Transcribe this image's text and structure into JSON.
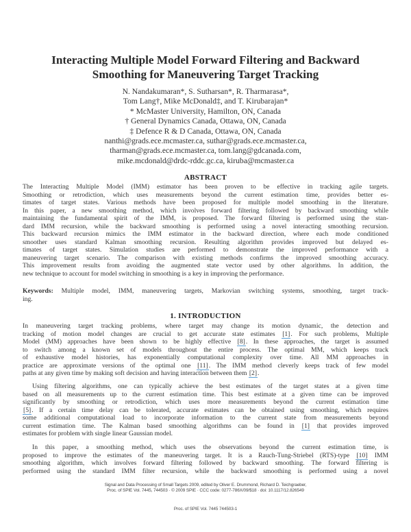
{
  "title": {
    "line1": "Interacting Multiple Model Forward Filtering and Backward",
    "line2": "Smoothing for Maneuvering Target Tracking"
  },
  "authors": {
    "lines": [
      "N. Nandakumaran*, S. Sutharsan*, R. Tharmarasa*,",
      "Tom Lang†, Mike McDonald‡, and T. Kirubarajan*",
      "* McMaster University, Hamilton, ON, Canada",
      "† General Dynamics Canada, Ottawa, ON, Canada",
      "‡ Defence R & D Canada, Ottawa, ON, Canada",
      "nanthi@grads.ece.mcmaster.ca, suthar@grads.ece.mcmaster.ca,",
      "tharman@grads.ece.mcmaster.ca, tom.lang@gdcanada.com,",
      "mike.mcdonald@drdc-rddc.gc.ca, kiruba@mcmaster.ca"
    ]
  },
  "abstract": {
    "heading": "ABSTRACT",
    "lines": [
      "The Interacting Multiple Model (IMM) estimator has been proven to be effective in tracking agile targets.",
      "Smoothing or retrodiction, which uses measurements beyond the current estimation time, provides better es-",
      "timates of target states. Various methods have been proposed for multiple model smoothing in the literature.",
      "In this paper, a new smoothing method, which involves forward filtering followed by backward smoothing while",
      "maintaining the fundamental spirit of the IMM, is proposed. The forward filtering is performed using the stan-",
      "dard IMM recursion, while the backward smoothing is performed using a novel interacting smoothing recursion.",
      "This backward recursion mimics the IMM estimator in the backward direction, where each mode conditioned",
      "smoother uses standard Kalman smoothing recursion. Resulting algorithm provides improved but delayed es-",
      "timates of target states. Simulation studies are performed to demonstrate the improved performance with a",
      "maneuvering target scenario. The comparison with existing methods confirms the improved smoothing accuracy.",
      "This improvement results from avoiding the augmented state vector used by other algorithms. In addition, the",
      "new technique to account for model switching in smoothing is a key in improving the performance."
    ]
  },
  "keywords": {
    "label": "Keywords:",
    "line1": "Multiple model, IMM, maneuvering targets, Markovian switching systems, smoothing, target track-",
    "line2": "ing."
  },
  "introduction": {
    "heading": "1. INTRODUCTION",
    "p1": [
      {
        "pre": "In maneuvering target tracking problems, where target may change its motion dynamic, the detection and"
      },
      {
        "pre": "tracking of motion model changes are crucial to get accurate state estimates ",
        "cite": "[1]",
        "post": ". For such problems, Multiple"
      },
      {
        "pre": "Model (MM) approaches have been shown to be highly effective ",
        "cite": "[8]",
        "post": ". In these approaches, the target is assumed"
      },
      {
        "pre": "to switch among a known set of models throughout the entire process. The optimal MM, which keeps track"
      },
      {
        "pre": "of exhaustive model histories, has exponentially computational complexity over time. All MM approaches in"
      },
      {
        "pre": "practice are approximate versions of the optimal one ",
        "cite": "[11]",
        "post": ". The IMM method cleverly keeps track of few model"
      },
      {
        "pre": "paths at any given time by making soft decision and having interaction between them ",
        "cite": "[2]",
        "post": "."
      }
    ],
    "p2": [
      {
        "pre": "Using filtering algorithms, one can typically achieve the best estimates of the target states at a given time"
      },
      {
        "pre": "based on all measurements up to the current estimation time. This best estimate at a given time can be improved"
      },
      {
        "pre": "significantly by smoothing or retrodiction, which uses more measurements beyond the current estimation time"
      },
      {
        "pre": "",
        "cite": "[5]",
        "post": ". If a certain time delay can be tolerated, accurate estimates can be obtained using smoothing, which requires"
      },
      {
        "pre": "some additional computational load to incorporate information to the current state from measurements beyond"
      },
      {
        "pre": "current estimation time. The Kalman based smoothing algorithms can be found in ",
        "cite": "[1]",
        "post": " that provides improved"
      },
      {
        "pre": "estimates for problem with single linear Gaussian model."
      }
    ],
    "p3": [
      {
        "pre": "In this paper, a smoothing method, which uses the observations beyond the current estimation time, is"
      },
      {
        "pre": "proposed to improve the estimates of the maneuvering target. It is a Rauch-Tung-Striebel (RTS)-type ",
        "cite": "[10]",
        "post": " IMM"
      },
      {
        "pre": "smoothing algorithm, which involves forward filtering followed by backward smoothing. The forward filtering is"
      },
      {
        "pre": "performed using the standard IMM filter recursion, while the backward smoothing is performed using a novel"
      }
    ]
  },
  "footer": {
    "line1": "Signal and Data Processing of Small Targets 2009, edited by Oliver E. Drummond, Richard D. Teichgraeber,",
    "line2": "Proc. of SPIE Vol. 7445, 744503 · © 2009 SPIE · CCC code: 0277-786X/09/$18 · doi: 10.1117/12.826549",
    "page_ref": "Proc. of SPIE Vol. 7445  744503-1"
  },
  "colors": {
    "citation_link_underline": "#5aa0d8",
    "text": "#333333"
  }
}
